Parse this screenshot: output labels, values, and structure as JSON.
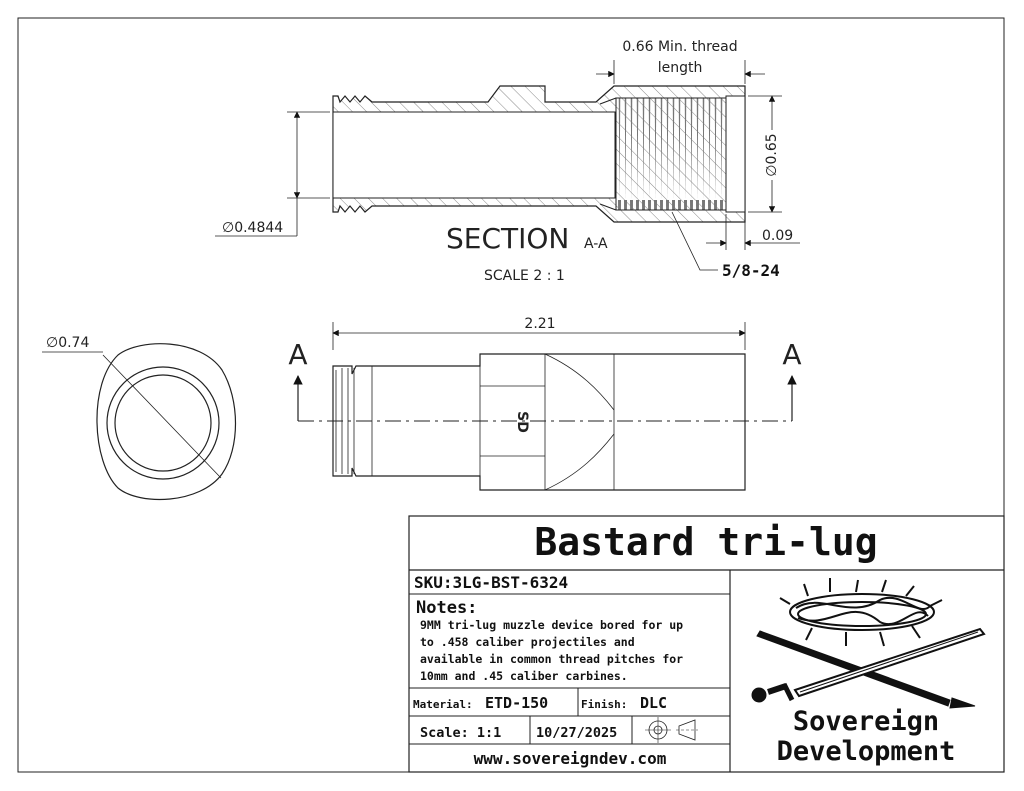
{
  "section": {
    "title": "SECTION",
    "suffix": "A-A",
    "scale": "SCALE 2 : 1"
  },
  "dimensions": {
    "thread_length_line1": "0.66 Min. thread",
    "thread_length_line2": "length",
    "bore_diameter": "∅0.4844",
    "thread_diameter": "∅0.65",
    "relief_width": "0.09",
    "thread_spec": "5/8-24",
    "outer_diameter": "∅0.74",
    "overall_length": "2.21",
    "section_marker": "A",
    "lug_engraving": "SD"
  },
  "title_block": {
    "part_name": "Bastard tri-lug",
    "sku": "SKU:3LG-BST-6324",
    "notes_heading": "Notes:",
    "notes_lines": [
      "9MM tri-lug muzzle device bored for up",
      "to .458 caliber projectiles and",
      "available in common thread pitches for",
      "10mm and .45 caliber carbines."
    ],
    "material_label": "Material:",
    "material_value": "ETD-150",
    "finish_label": "Finish:",
    "finish_value": "DLC",
    "scale": "Scale: 1:1",
    "date": "10/27/2025",
    "website": "www.sovereigndev.com",
    "company_line1": "Sovereign",
    "company_line2": "Development"
  }
}
